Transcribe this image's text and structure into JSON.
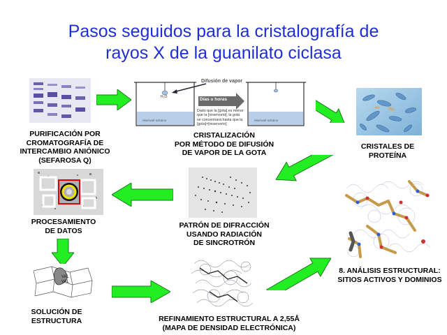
{
  "title": {
    "line1": "Pasos seguidos para la cristalografía de",
    "line2": "rayos X de la guanilato ciclasa"
  },
  "steps": {
    "purification": [
      "PURIFICACIÓN POR",
      "CROMATOGRAFÍA DE",
      "INTERCAMBIO ANIÓNICO",
      "(SEFAROSA Q)"
    ],
    "crystallization": [
      "CRISTALIZACIÓN",
      "POR  MÉTODO DE DIFUSIÓN",
      "DE VAPOR DE LA GOTA"
    ],
    "crystals": [
      "CRISTALES DE",
      "PROTEÍNA"
    ],
    "processing": [
      "PROCESAMIENTO",
      "DE DATOS"
    ],
    "diffraction": [
      "PATRÓN DE DIFRACCIÓN",
      "USANDO RADIACIÓN",
      "DE SINCROTRÓN"
    ],
    "solution": [
      "SOLUCIÓN DE",
      "ESTRUCTURA"
    ],
    "refinement": [
      "REFINAMIENTO ESTRUCTURAL A 2,55Å",
      "(MAPA DE DENSIDAD ELECTRÓNICA)"
    ],
    "analysis": [
      "8. ANÁLISIS ESTRUCTURAL:",
      "SITIOS ACTIVOS Y DOMINIOS"
    ]
  },
  "vapor_diagram": {
    "heading": "Difusión de vapor",
    "duration": "Días u horas",
    "h2o": "H₂O",
    "note": [
      "Dado que la [gota] es menor",
      "que la [reservorio], la gota",
      "se concentrará hasta que la",
      "[gota]≈[reservorio]"
    ],
    "reservoir_left": "reservoir solution",
    "reservoir_right": "reservoir solution"
  },
  "solution_labels": [
    "VAL",
    "VAL"
  ],
  "colors": {
    "title": "#1f2fd6",
    "arrow_fill": "#22ee22",
    "arrow_stroke": "#1a7a1a"
  }
}
